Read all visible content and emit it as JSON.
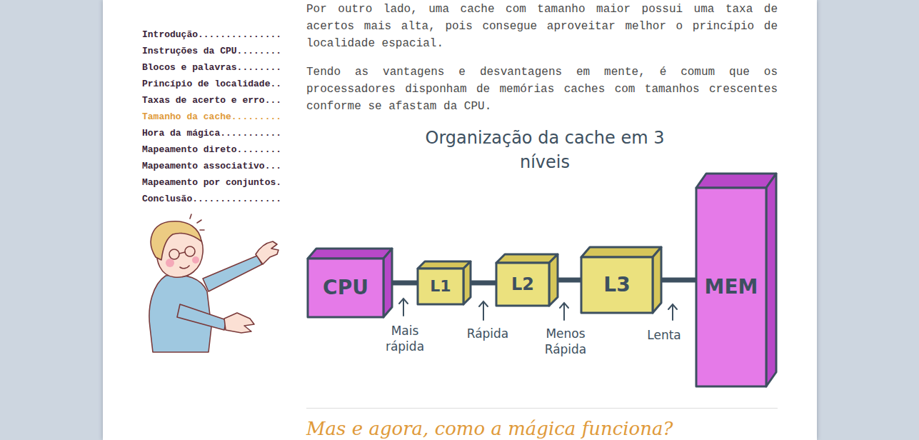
{
  "diagram": {
    "title": "Organização da cache em 3 níveis",
    "nodes": [
      {
        "text": [
          "CPU"
        ]
      },
      {
        "text": [
          "L1"
        ]
      },
      {
        "text": [
          "L2"
        ]
      },
      {
        "text": [
          "L3"
        ]
      },
      {
        "text": [
          "MEM"
        ]
      }
    ],
    "edges": [
      {
        "from": 0,
        "to": 1,
        "arrow": "none"
      },
      {
        "from": 1,
        "to": 2,
        "arrow": "none"
      },
      {
        "from": 2,
        "to": 3,
        "arrow": "none"
      },
      {
        "from": 3,
        "to": 4,
        "arrow": "none"
      }
    ],
    "labels": [
      "Introdução...............",
      "Instruções da CPU........",
      "Blocos e palavras........",
      "Princípio de localidade..",
      "Taxas de acerto e erro...",
      "Tamanho da cache.........",
      "Hora da mágica...........",
      "Mapeamento direto........",
      "Mapeamento associativo...",
      "Mapeamento por conjuntos.",
      "Conclusão................",
      "Por outro lado, uma cache com tamanho maior possui uma taxa de acertos mais alta, pois consegue aproveitar melhor o princípio de localidade espacial.",
      "Tendo as vantagens e desvantagens em mente, é comum que os processadores disponham de memórias caches com tamanhos crescentes conforme se afastam da CPU.",
      "Mais rápida",
      "Rápida",
      "Menos Rápida",
      "Lenta",
      "Mas e agora, como a mágica funciona?"
    ]
  }
}
